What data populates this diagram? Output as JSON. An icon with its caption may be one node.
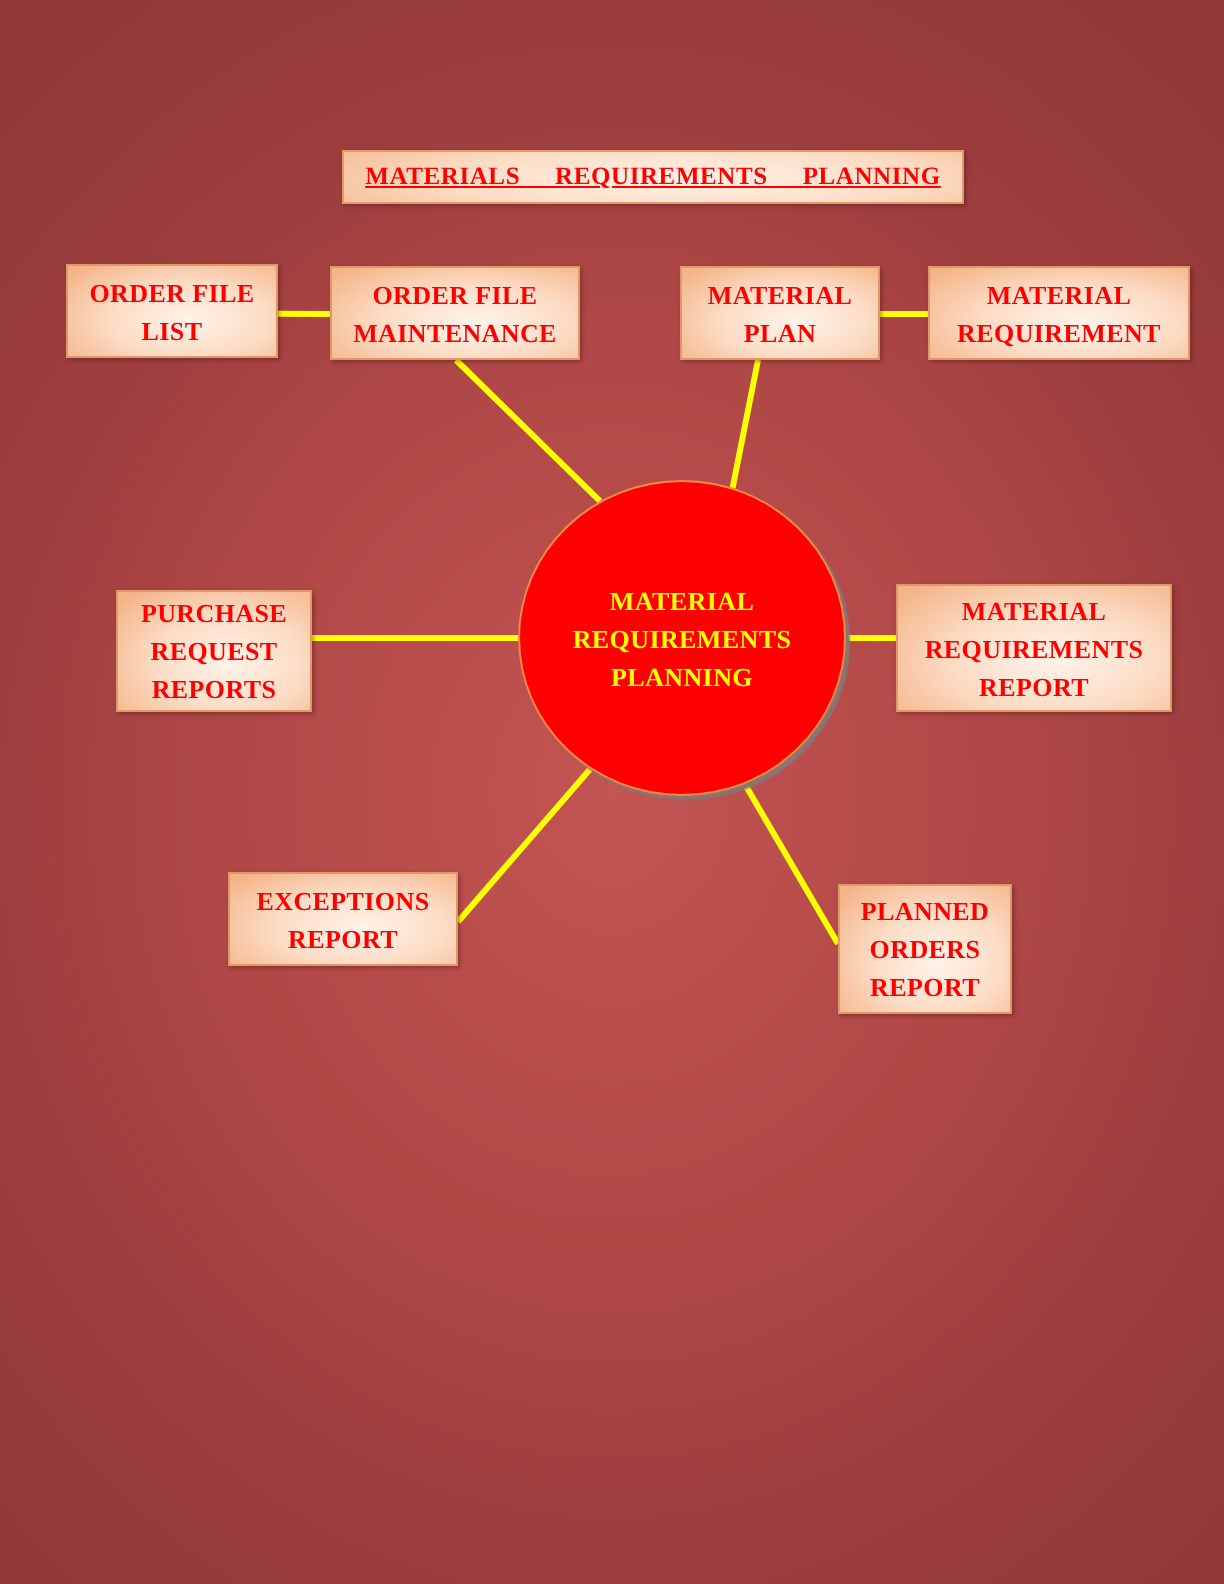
{
  "diagram": {
    "title": "MATERIALS REQUIREMENTS PLANNING",
    "nodes": [
      {
        "text": [
          "ORDER FILE LIST"
        ]
      },
      {
        "text": [
          "ORDER FILE MAINTENANCE"
        ]
      },
      {
        "text": [
          "MATERIAL PLAN"
        ]
      },
      {
        "text": [
          "MATERIAL REQUIREMENT"
        ]
      },
      {
        "text": [
          "MATERIAL REQUIREMENTS PLANNING"
        ]
      },
      {
        "text": [
          "PURCHASE REQUEST REPORTS"
        ]
      },
      {
        "text": [
          "MATERIAL REQUIREMENTS REPORT"
        ]
      },
      {
        "text": [
          "EXCEPTIONS REPORT"
        ]
      },
      {
        "text": [
          "PLANNED ORDERS REPORT"
        ]
      }
    ],
    "edges": [
      {
        "from": 0,
        "to": 1,
        "arrow": "none"
      },
      {
        "from": 1,
        "to": 4,
        "arrow": "none"
      },
      {
        "from": 2,
        "to": 3,
        "arrow": "none"
      },
      {
        "from": 2,
        "to": 4,
        "arrow": "none"
      },
      {
        "from": 5,
        "to": 4,
        "arrow": "none"
      },
      {
        "from": 4,
        "to": 6,
        "arrow": "none"
      },
      {
        "from": 7,
        "to": 4,
        "arrow": "none"
      },
      {
        "from": 4,
        "to": 8,
        "arrow": "none"
      }
    ]
  }
}
